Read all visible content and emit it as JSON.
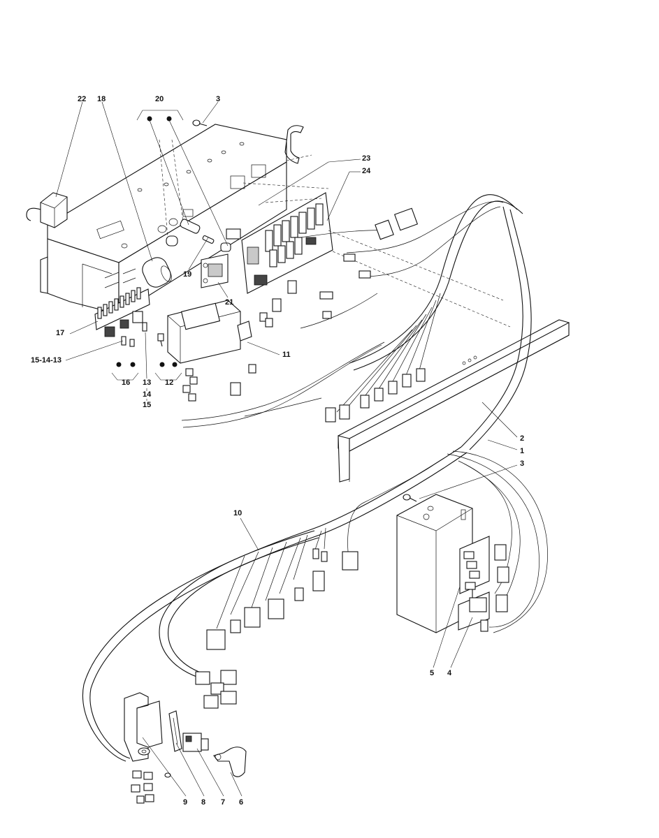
{
  "callouts": [
    {
      "id": "c22",
      "text": "22"
    },
    {
      "id": "c18",
      "text": "18"
    },
    {
      "id": "c20",
      "text": "20"
    },
    {
      "id": "c3a",
      "text": "3"
    },
    {
      "id": "c23",
      "text": "23"
    },
    {
      "id": "c24",
      "text": "24"
    },
    {
      "id": "c19",
      "text": "19"
    },
    {
      "id": "c21",
      "text": "21"
    },
    {
      "id": "c17",
      "text": "17"
    },
    {
      "id": "c11",
      "text": "11"
    },
    {
      "id": "c151413",
      "text": "15-14-13"
    },
    {
      "id": "c16",
      "text": "16"
    },
    {
      "id": "c13",
      "text": "13"
    },
    {
      "id": "c14",
      "text": "14"
    },
    {
      "id": "c15",
      "text": "15"
    },
    {
      "id": "c12",
      "text": "12"
    },
    {
      "id": "c2",
      "text": "2"
    },
    {
      "id": "c1",
      "text": "1"
    },
    {
      "id": "c3b",
      "text": "3"
    },
    {
      "id": "c10",
      "text": "10"
    },
    {
      "id": "c5",
      "text": "5"
    },
    {
      "id": "c4",
      "text": "4"
    },
    {
      "id": "c9",
      "text": "9"
    },
    {
      "id": "c8",
      "text": "8"
    },
    {
      "id": "c7",
      "text": "7"
    },
    {
      "id": "c6",
      "text": "6"
    }
  ]
}
